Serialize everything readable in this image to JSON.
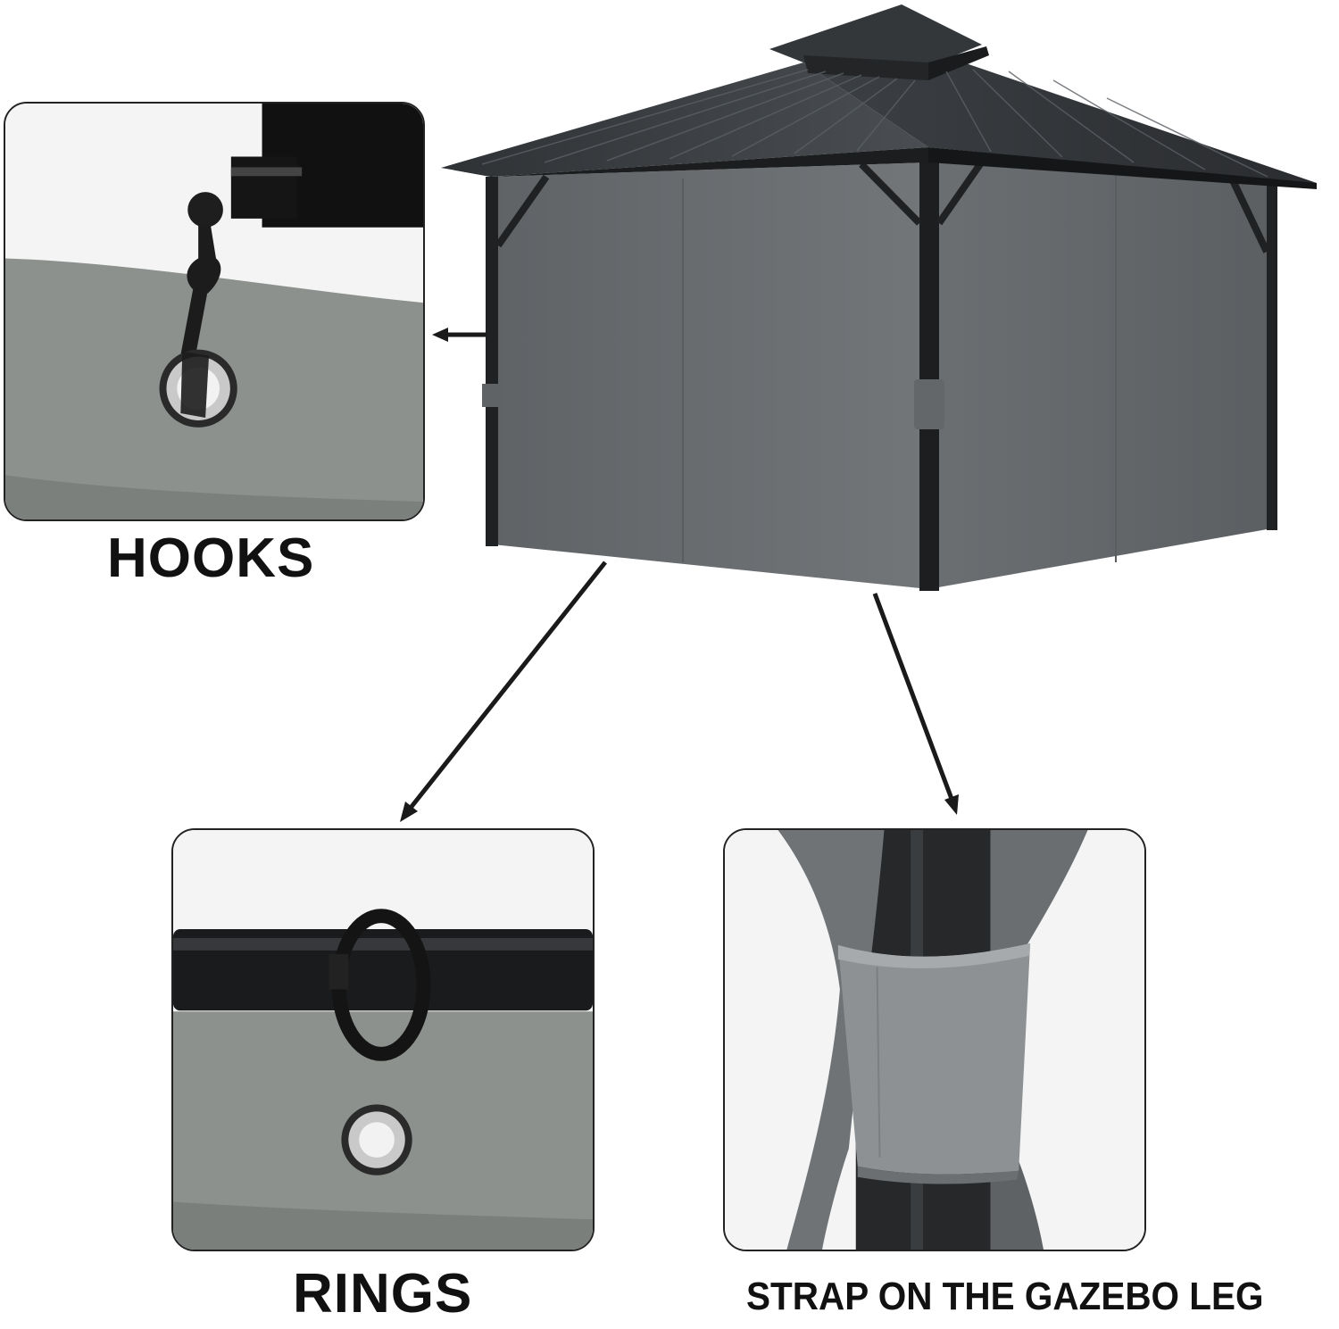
{
  "captions": {
    "hooks": "HOOKS",
    "rings": "RINGS",
    "strap": "STRAP ON THE GAZEBO LEG"
  },
  "colors": {
    "roof": "#3a3d40",
    "frame": "#1c1e1f",
    "curtain": "#6e7275",
    "fabric": "#8a8f8c",
    "background": "#ffffff"
  },
  "icons": {
    "arrow": "arrow-icon"
  }
}
